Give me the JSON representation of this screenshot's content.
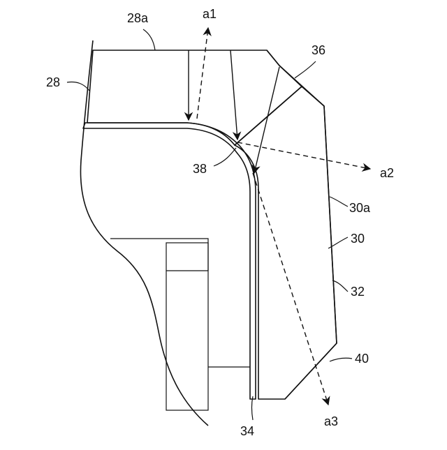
{
  "labels": {
    "ref_28a": "28a",
    "ref_28": "28",
    "ref_36": "36",
    "ref_38": "38",
    "ref_30a": "30a",
    "ref_30": "30",
    "ref_32": "32",
    "ref_40": "40",
    "ref_34": "34",
    "ray_a1": "a1",
    "ray_a2": "a2",
    "ray_a3": "a3"
  }
}
